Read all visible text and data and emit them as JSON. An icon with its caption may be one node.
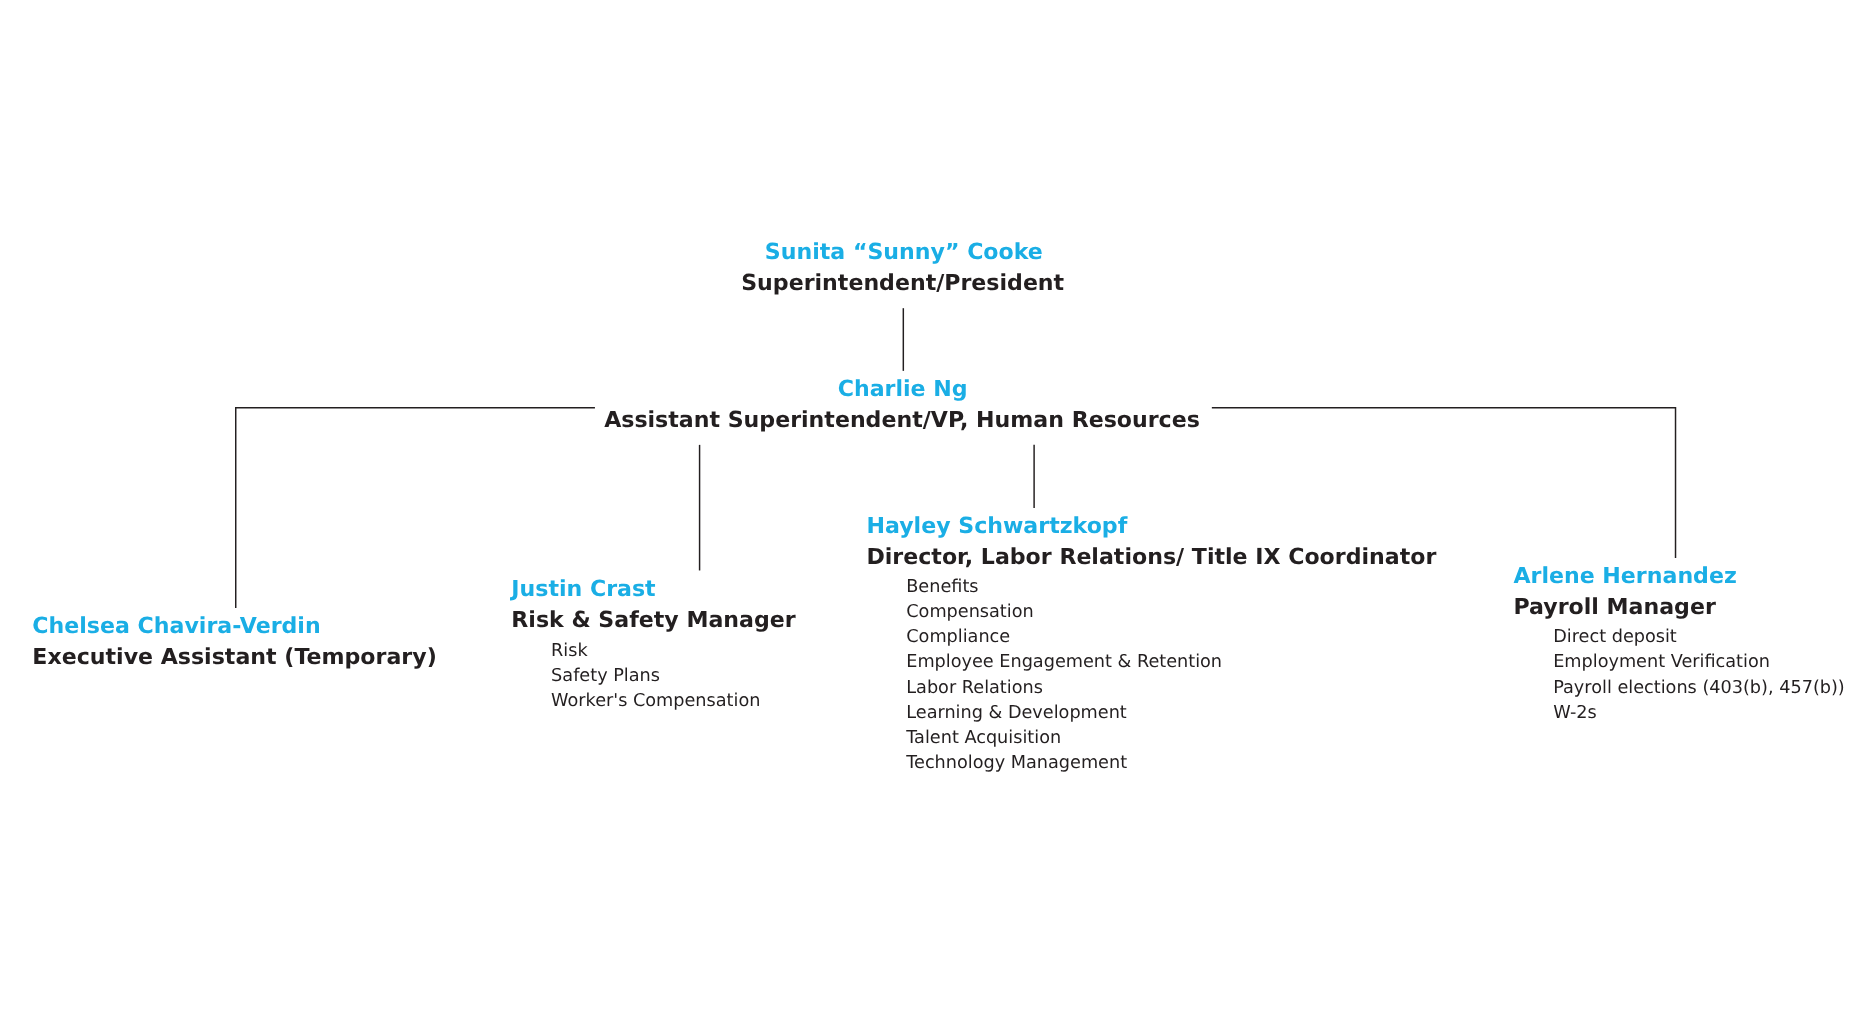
{
  "diagram": {
    "nodes": [
      {
        "text": [
          "Sunita “Sunny” Cooke",
          "Superintendent/President"
        ]
      },
      {
        "text": [
          "Charlie Ng",
          "Assistant Superintendent/VP, Human Resources"
        ]
      },
      {
        "text": [
          "Chelsea Chavira-Verdin",
          "Executive Assistant (Temporary)"
        ]
      },
      {
        "text": [
          "Justin Crast",
          "Risk & Safety Manager",
          "Risk",
          "Safety Plans",
          "Worker's Compensation"
        ]
      },
      {
        "text": [
          "Hayley Schwartzkopf",
          "Director, Labor Relations/ Title IX Coordinator",
          "Benefits",
          "Compensation",
          "Compliance",
          "Employee Engagement & Retention",
          "Labor Relations",
          "Learning & Development",
          "Talent Acquisition",
          "Technology Management"
        ]
      },
      {
        "text": [
          "Arlene Hernandez",
          "Payroll Manager",
          "Direct deposit",
          "Employment Verification",
          "Payroll elections (403(b), 457(b))",
          "W-2s"
        ]
      }
    ],
    "edges": [
      {
        "from": 0,
        "to": 1,
        "arrow": "none"
      },
      {
        "from": 1,
        "to": 2,
        "arrow": "none"
      },
      {
        "from": 1,
        "to": 3,
        "arrow": "none"
      },
      {
        "from": 1,
        "to": 4,
        "arrow": "none"
      },
      {
        "from": 1,
        "to": 5,
        "arrow": "none"
      }
    ]
  }
}
